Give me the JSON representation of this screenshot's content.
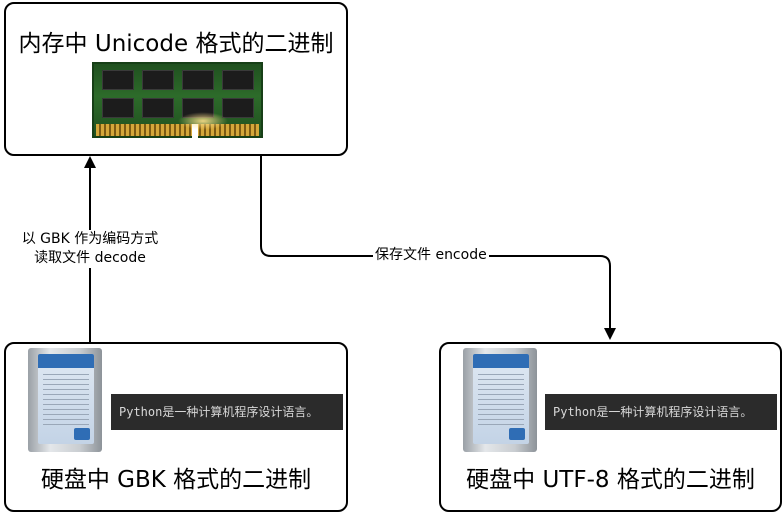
{
  "memory": {
    "title": "内存中 Unicode 格式的二进制",
    "image_icon": "ram-stick-icon"
  },
  "disk_gbk": {
    "title": "硬盘中 GBK 格式的二进制",
    "image_icon": "hard-drive-icon",
    "code_text": "Python是一种计算机程序设计语言。"
  },
  "disk_utf8": {
    "title": "硬盘中 UTF-8 格式的二进制",
    "image_icon": "hard-drive-icon",
    "code_text": "Python是一种计算机程序设计语言。"
  },
  "edges": {
    "decode": {
      "line1": "以 GBK 作为编码方式",
      "line2": "读取文件 decode"
    },
    "encode": {
      "label": "保存文件 encode"
    }
  },
  "colors": {
    "stroke": "#000000",
    "code_bg": "#2b2b2b",
    "code_text": "#d8d8d8"
  }
}
